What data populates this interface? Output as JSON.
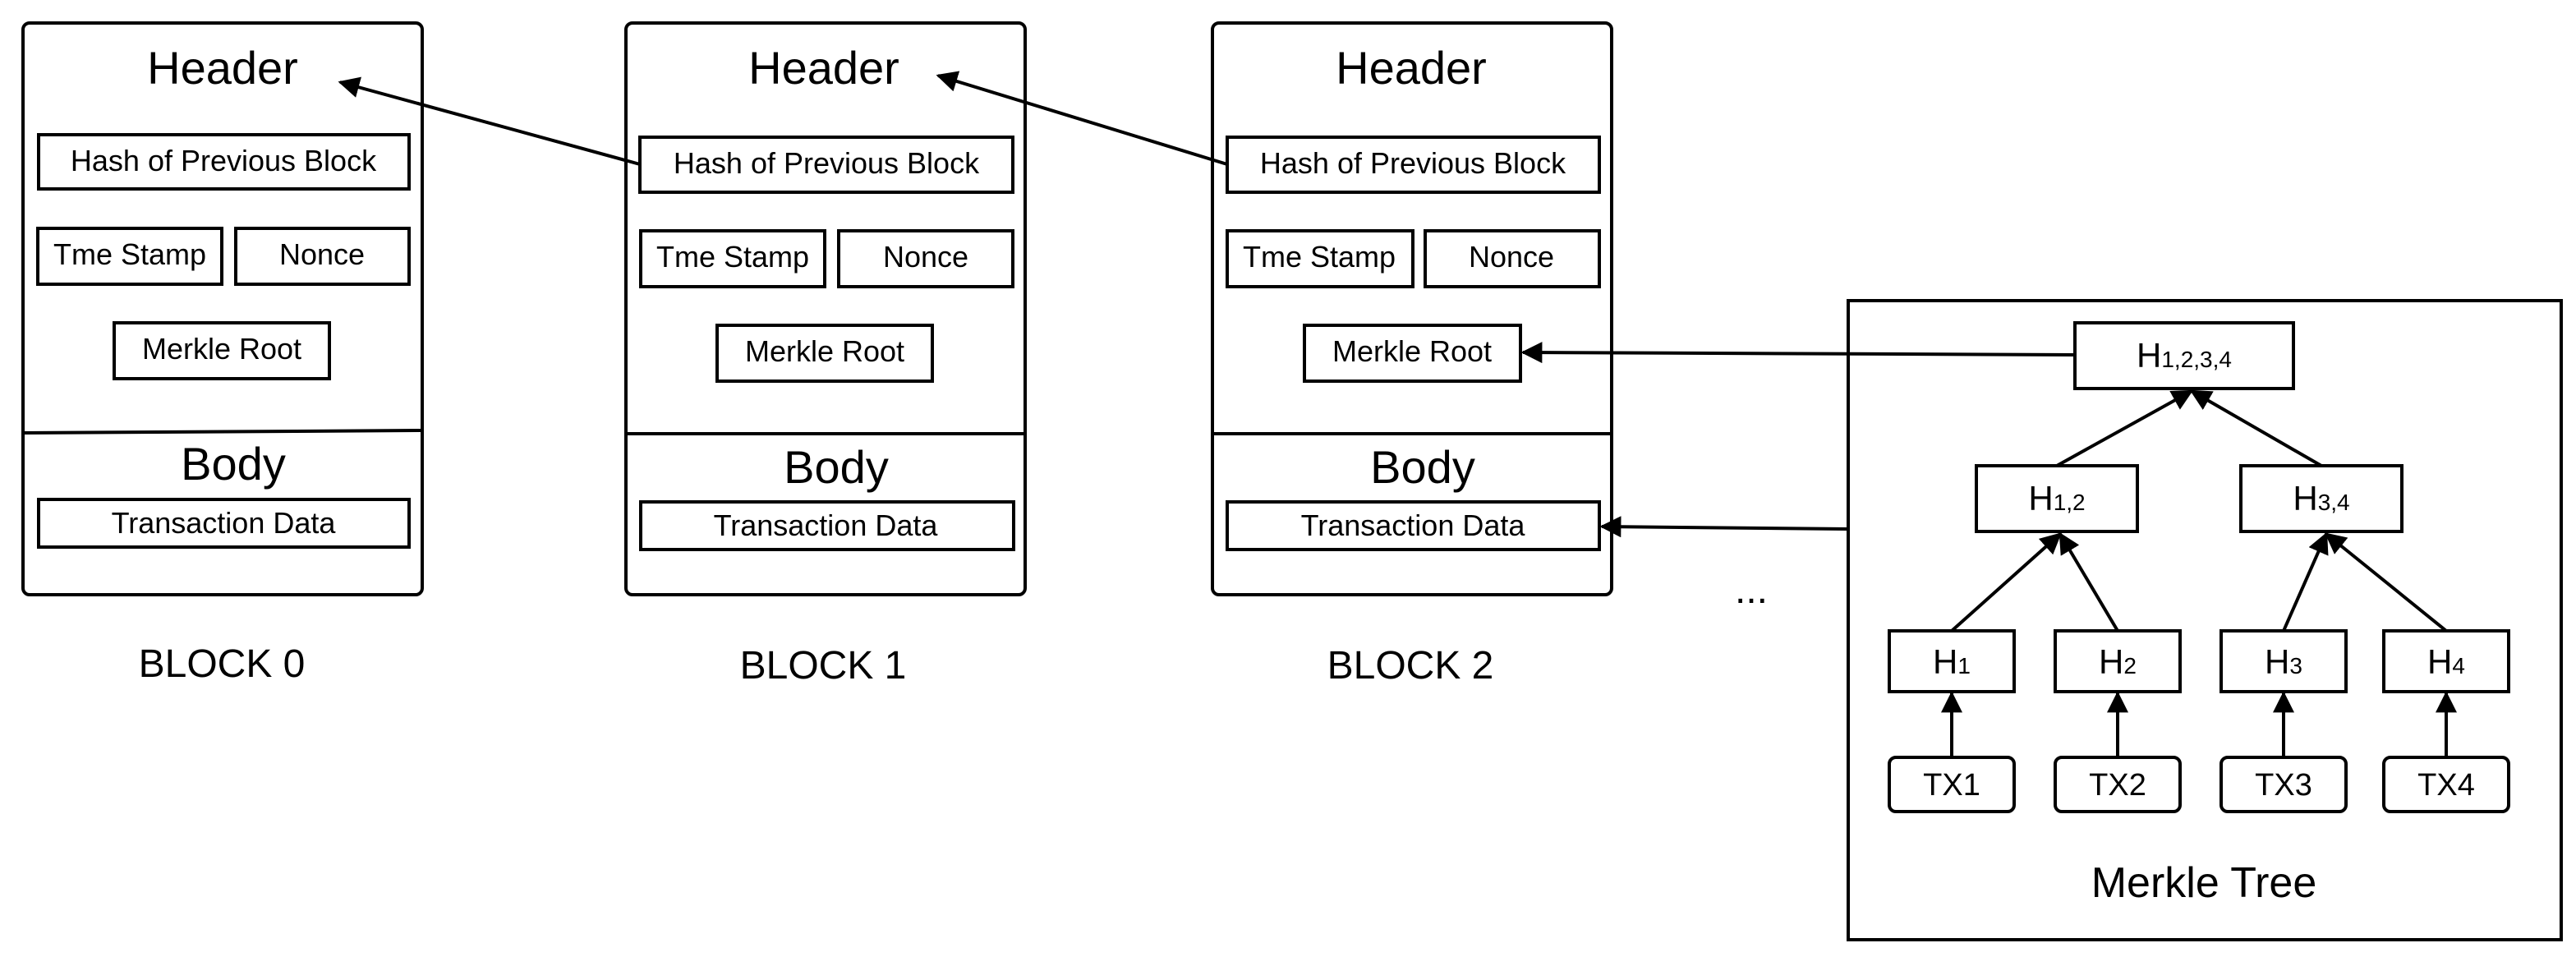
{
  "blocks": [
    {
      "header": "Header",
      "hash_prev": "Hash of Previous Block",
      "timestamp": "Tme Stamp",
      "nonce": "Nonce",
      "merkle_root": "Merkle Root",
      "body": "Body",
      "transactions": "Transaction Data",
      "label": "BLOCK 0"
    },
    {
      "header": "Header",
      "hash_prev": "Hash of Previous Block",
      "timestamp": "Tme Stamp",
      "nonce": "Nonce",
      "merkle_root": "Merkle Root",
      "body": "Body",
      "transactions": "Transaction Data",
      "label": "BLOCK 1"
    },
    {
      "header": "Header",
      "hash_prev": "Hash of Previous Block",
      "timestamp": "Tme Stamp",
      "nonce": "Nonce",
      "merkle_root": "Merkle Root",
      "body": "Body",
      "transactions": "Transaction Data",
      "label": "BLOCK 2"
    }
  ],
  "ellipsis": "...",
  "merkle_tree": {
    "title": "Merkle Tree",
    "root": {
      "base": "H",
      "sub": "1,2,3,4"
    },
    "level1": [
      {
        "base": "H",
        "sub": "1,2"
      },
      {
        "base": "H",
        "sub": "3,4"
      }
    ],
    "leaf_hashes": [
      {
        "base": "H",
        "sub": "1"
      },
      {
        "base": "H",
        "sub": "2"
      },
      {
        "base": "H",
        "sub": "3"
      },
      {
        "base": "H",
        "sub": "4"
      }
    ],
    "transactions": [
      "TX1",
      "TX2",
      "TX3",
      "TX4"
    ]
  }
}
